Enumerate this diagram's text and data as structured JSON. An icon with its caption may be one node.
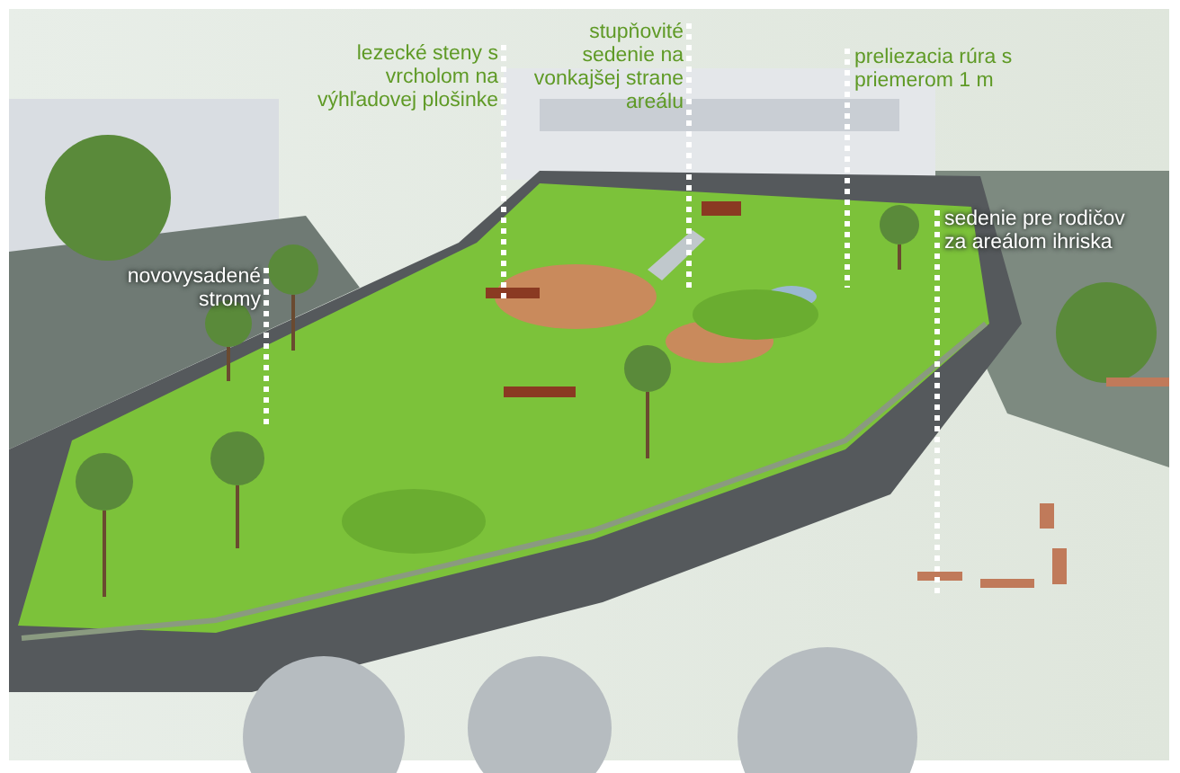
{
  "diagram": {
    "nodes": [
      {
        "text": [
          "stupňovité sedenie na vonkajšej strane areálu"
        ]
      },
      {
        "text": [
          "lezecké steny s vrcholom na výhľadovej plošinke"
        ]
      },
      {
        "text": [
          "preliezacia rúra s priemerom 1 m"
        ]
      },
      {
        "text": [
          "sedenie pre rodičov za areálom ihriska"
        ]
      },
      {
        "text": [
          "novovysadené stromy"
        ]
      }
    ],
    "edges": [
      {
        "from": 0,
        "to": null,
        "arrow": "none",
        "style": "dashed"
      },
      {
        "from": 1,
        "to": null,
        "arrow": "none",
        "style": "dashed"
      },
      {
        "from": 2,
        "to": null,
        "arrow": "none",
        "style": "dashed"
      },
      {
        "from": 3,
        "to": null,
        "arrow": "none",
        "style": "dashed"
      },
      {
        "from": 4,
        "to": null,
        "arrow": "none",
        "style": "dashed"
      }
    ]
  }
}
